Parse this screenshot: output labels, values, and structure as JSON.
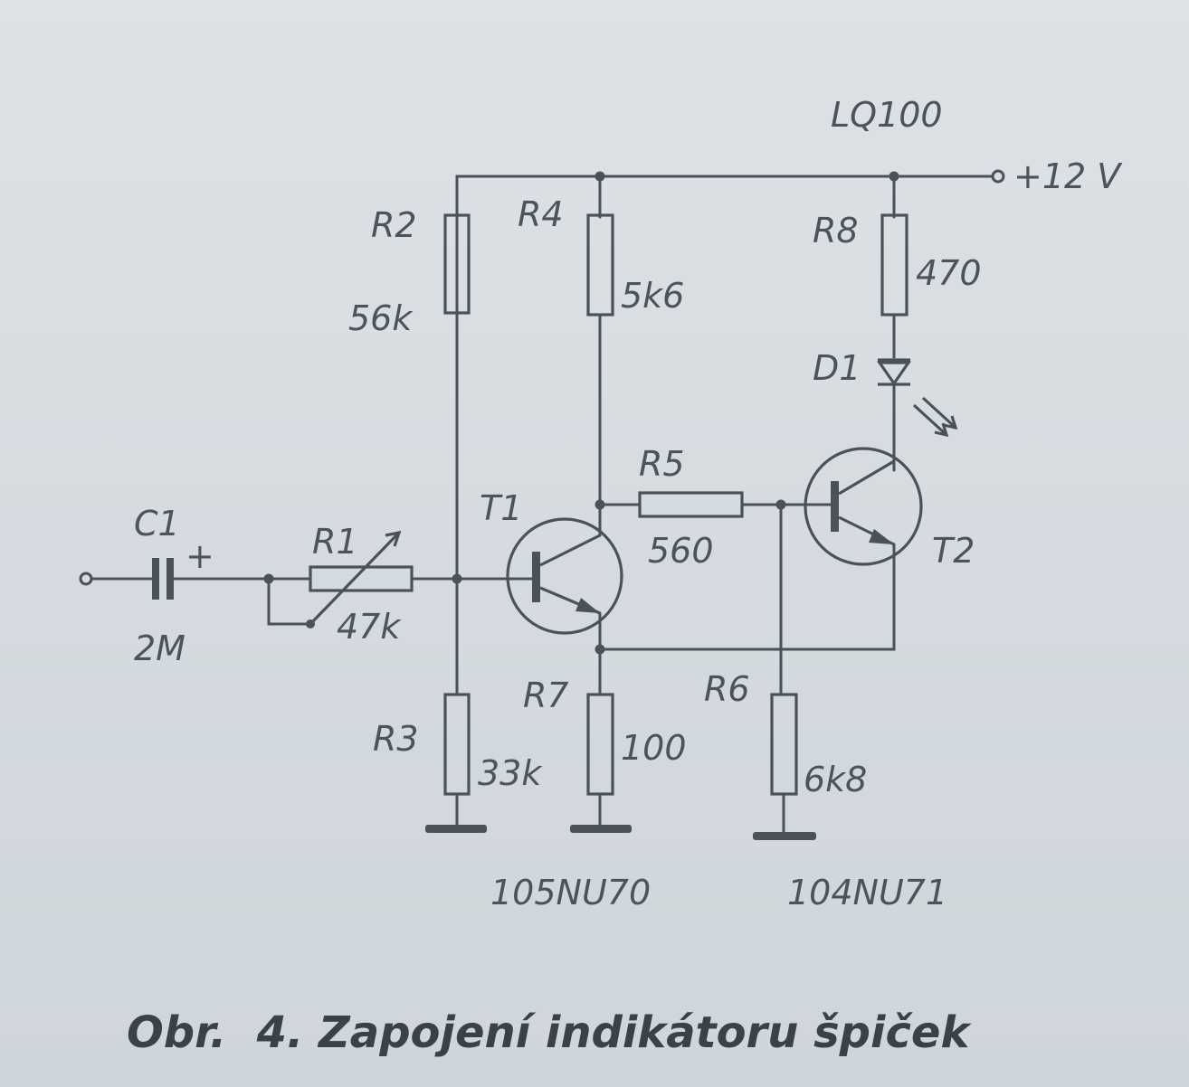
{
  "figure": {
    "caption": "Obr.  4. Zapojení indikátoru špiček",
    "supply": "+12 V",
    "led_type": "LQ100"
  },
  "components": {
    "C1": {
      "name": "C1",
      "value": "2M",
      "polarity": "+"
    },
    "R1": {
      "name": "R1",
      "value": "47k"
    },
    "R2": {
      "name": "R2",
      "value": "56k"
    },
    "R3": {
      "name": "R3",
      "value": "33k"
    },
    "R4": {
      "name": "R4",
      "value": "5k6"
    },
    "R5": {
      "name": "R5",
      "value": "560"
    },
    "R6": {
      "name": "R6",
      "value": "6k8"
    },
    "R7": {
      "name": "R7",
      "value": "100"
    },
    "R8": {
      "name": "R8",
      "value": "470"
    },
    "D1": {
      "name": "D1"
    },
    "T1": {
      "name": "T1",
      "type": "105NU70"
    },
    "T2": {
      "name": "T2",
      "type": "104NU71"
    }
  }
}
